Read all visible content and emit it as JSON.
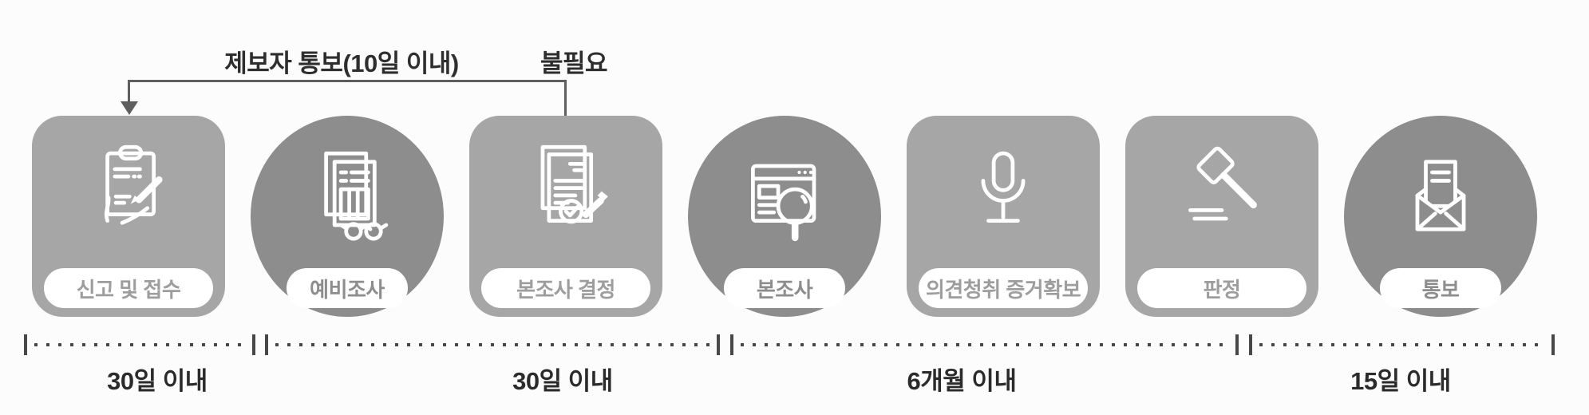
{
  "title": "research-misconduct-investigation-process-flow",
  "annotations": {
    "reporter_notice": "제보자 통보(10일 이내)",
    "not_required": "불필요"
  },
  "stages": [
    {
      "label": "신고 및 접수",
      "shape": "rounded-square",
      "icon": "clipboard-signing-icon"
    },
    {
      "label": "예비조사",
      "shape": "circle",
      "icon": "documents-glasses-icon"
    },
    {
      "label": "본조사 결정",
      "shape": "rounded-square",
      "icon": "document-stamp-icon"
    },
    {
      "label": "본조사",
      "shape": "circle",
      "icon": "browser-magnifier-icon"
    },
    {
      "label": "의견청취 증거확보",
      "shape": "rounded-square",
      "icon": "microphone-icon"
    },
    {
      "label": "판정",
      "shape": "rounded-square",
      "icon": "gavel-icon"
    },
    {
      "label": "통보",
      "shape": "circle",
      "icon": "open-envelope-icon"
    }
  ],
  "timeline": [
    {
      "label": "30일 이내"
    },
    {
      "label": "30일 이내"
    },
    {
      "label": "6개월 이내"
    },
    {
      "label": "15일 이내"
    }
  ],
  "colors": {
    "square_fill": "#a6a6a6",
    "circle_fill": "#8d8d8d",
    "pill_background": "#ffffff",
    "connector_line": "#5e5e5e",
    "timeline_dots": "#484848",
    "annotation_text": "#2e2e2e",
    "icon_stroke": "#ffffff"
  }
}
